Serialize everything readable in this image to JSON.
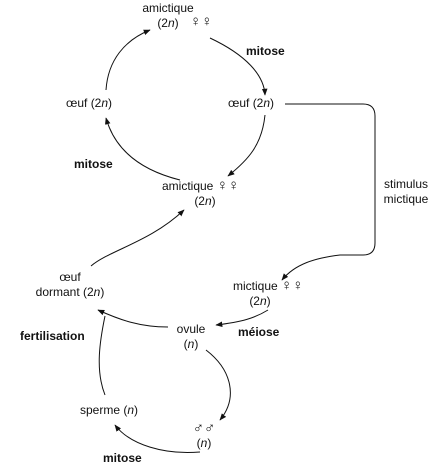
{
  "nodes": {
    "amictic_top": {
      "name": "amictique",
      "ploidy_prefix": "(2",
      "ploidy_n": "n",
      "ploidy_suffix": ")",
      "symbol": "♀♀"
    },
    "egg_left": {
      "name": "œuf",
      "ploidy_prefix": "(2",
      "ploidy_n": "n",
      "ploidy_suffix": ")"
    },
    "egg_right": {
      "name": "œuf",
      "ploidy_prefix": "(2",
      "ploidy_n": "n",
      "ploidy_suffix": ")"
    },
    "amictic_mid": {
      "name": "amictique",
      "symbol": "♀♀",
      "ploidy_prefix": "(2",
      "ploidy_n": "n",
      "ploidy_suffix": ")"
    },
    "dormant_egg": {
      "line1": "œuf",
      "line2_prefix": "dormant (2",
      "line2_n": "n",
      "line2_suffix": ")"
    },
    "mictic": {
      "name": "mictique",
      "symbol": "♀♀",
      "ploidy_prefix": "(2",
      "ploidy_n": "n",
      "ploidy_suffix": ")"
    },
    "ovule": {
      "name": "ovule",
      "ploidy_prefix": "(",
      "ploidy_n": "n",
      "ploidy_suffix": ")"
    },
    "sperm": {
      "name_prefix": "sperme (",
      "name_n": "n",
      "name_suffix": ")"
    },
    "male": {
      "symbol": "♂♂",
      "ploidy_prefix": "(",
      "ploidy_n": "n",
      "ploidy_suffix": ")"
    }
  },
  "processes": {
    "mitose_top": "mitose",
    "mitose_left": "mitose",
    "mitose_bottom": "mitose",
    "meiose": "méiose",
    "fertilisation": "fertilisation",
    "stimulus_line1": "stimulus",
    "stimulus_line2": "mictique"
  }
}
